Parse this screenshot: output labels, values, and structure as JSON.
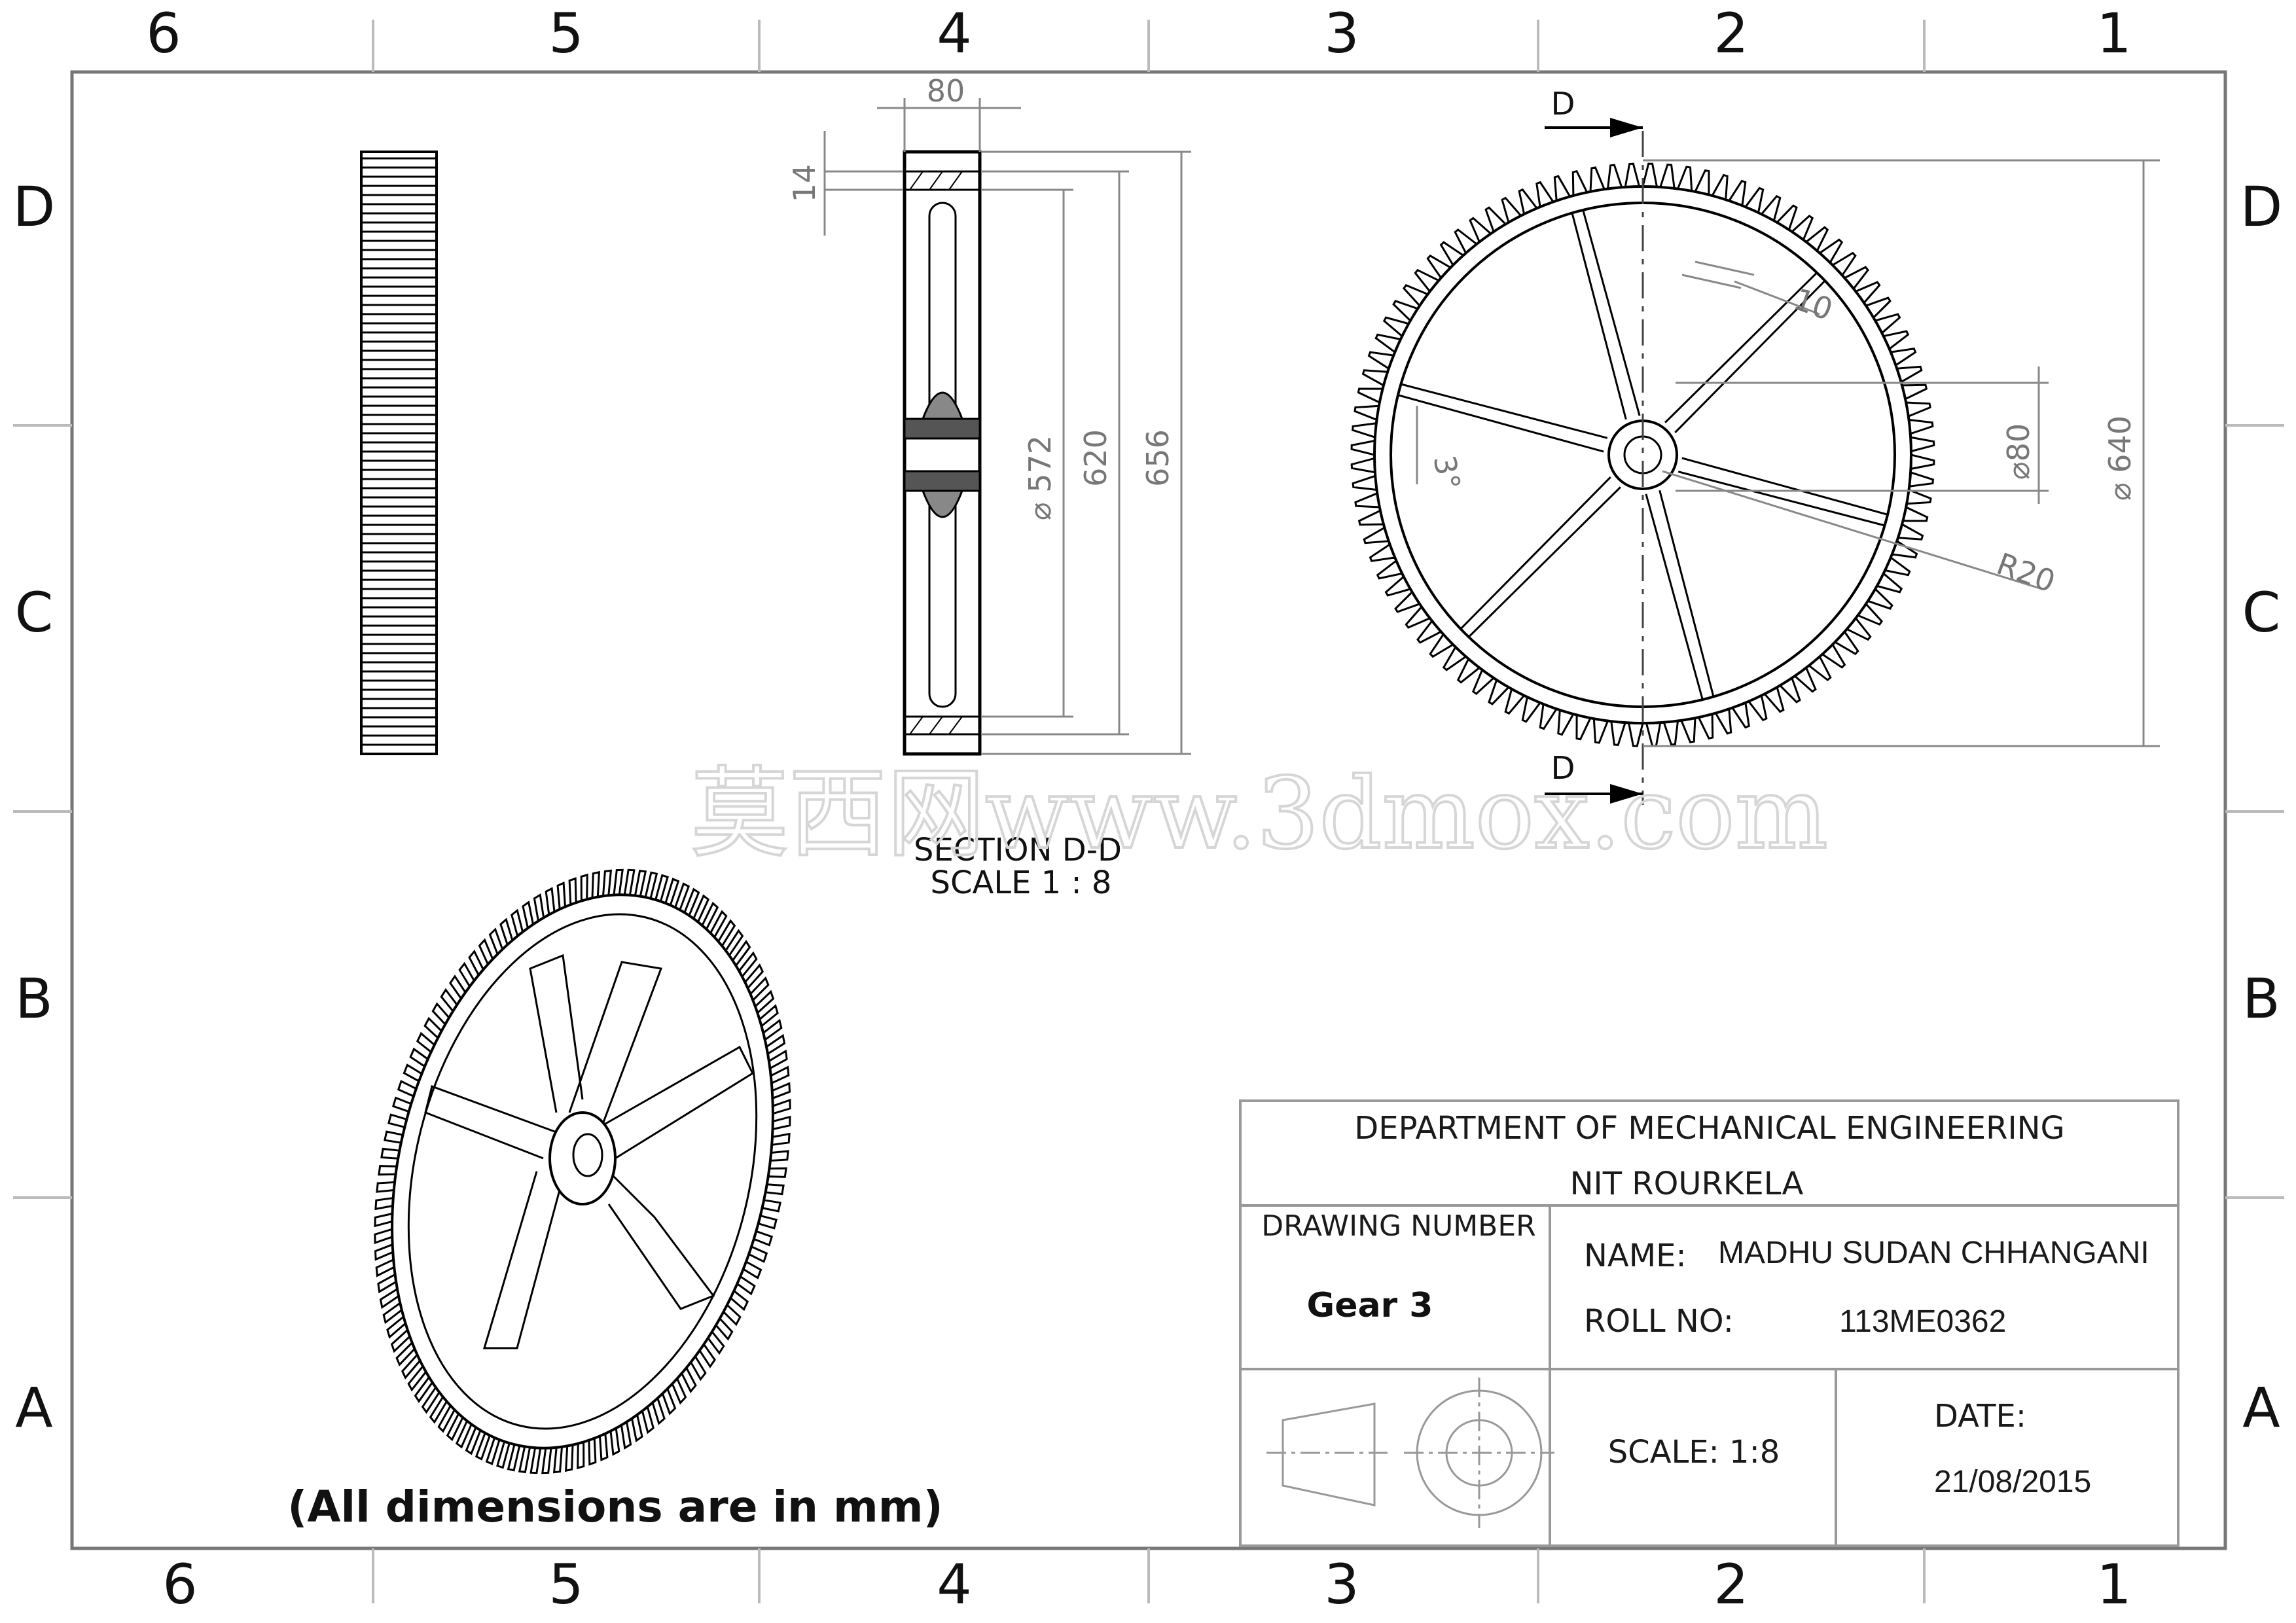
{
  "zones": {
    "columns": [
      "6",
      "5",
      "4",
      "3",
      "2",
      "1"
    ],
    "rows": [
      "D",
      "C",
      "B",
      "A"
    ]
  },
  "watermark": "莫西网www.3dmox.com",
  "section_view": {
    "title": "SECTION D-D",
    "scale": "SCALE 1 : 8",
    "dim_width": "80",
    "dim_rim": "14",
    "dim_inner_dia": "⌀ 572",
    "dim_root_dia": "620",
    "dim_outer_dia": "656"
  },
  "front_view": {
    "section_marker": "D",
    "dim_spoke_width": "10",
    "dim_spoke_angle": "3°",
    "dim_bore": "⌀80",
    "dim_hub_radius": "R20",
    "dim_pitch_dia": "⌀ 640"
  },
  "note": "(All dimensions are in mm)",
  "title_block": {
    "department": "DEPARTMENT OF MECHANICAL ENGINEERING",
    "institute": "NIT ROURKELA",
    "drawing_number_label": "DRAWING NUMBER",
    "drawing_number": "Gear 3",
    "name_label": "NAME:",
    "name_value": "MADHU SUDAN CHHANGANI",
    "roll_label": "ROLL NO:",
    "roll_value": "113ME0362",
    "scale": "SCALE: 1:8",
    "date_label": "DATE:",
    "date_value": "21/08/2015"
  }
}
